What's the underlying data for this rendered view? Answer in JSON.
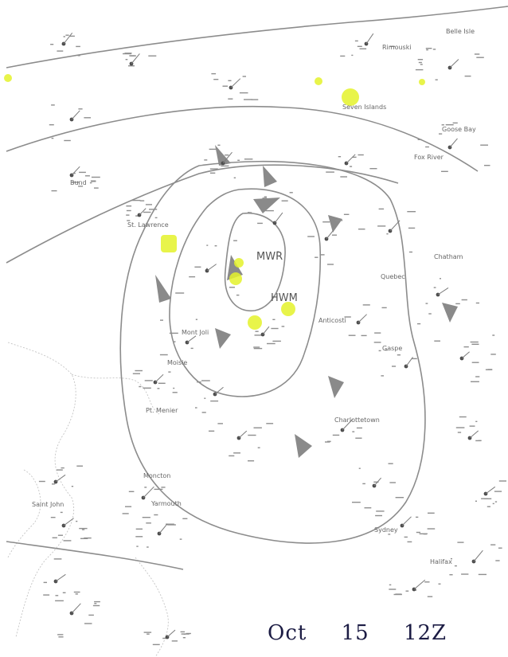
{
  "caption": {
    "month": "Oct",
    "day": "15",
    "time": "12Z"
  },
  "center_labels": {
    "primary": "MWR",
    "secondary": "HWM"
  },
  "place_labels": [
    "Bund",
    "St. Lawrence",
    "Pt. Menier",
    "Moisie",
    "Seven Islands",
    "Anticosti",
    "Mont Joli",
    "Rimouski",
    "Fox River",
    "Quebec",
    "Chatham",
    "Gaspe",
    "Charlottetown",
    "Sydney",
    "Halifax",
    "Yarmouth",
    "Saint John",
    "Moncton",
    "Goose Bay",
    "Belle Isle"
  ],
  "colors": {
    "isobar": "#8c8c8c",
    "highlight": "#e4f22a",
    "caption_ink": "#1c1c44",
    "station_ink": "#6e6e6e"
  },
  "icons": {
    "front": "triangle-front-icon",
    "station": "station-circle-icon",
    "wind_barb": "wind-barb-icon"
  }
}
